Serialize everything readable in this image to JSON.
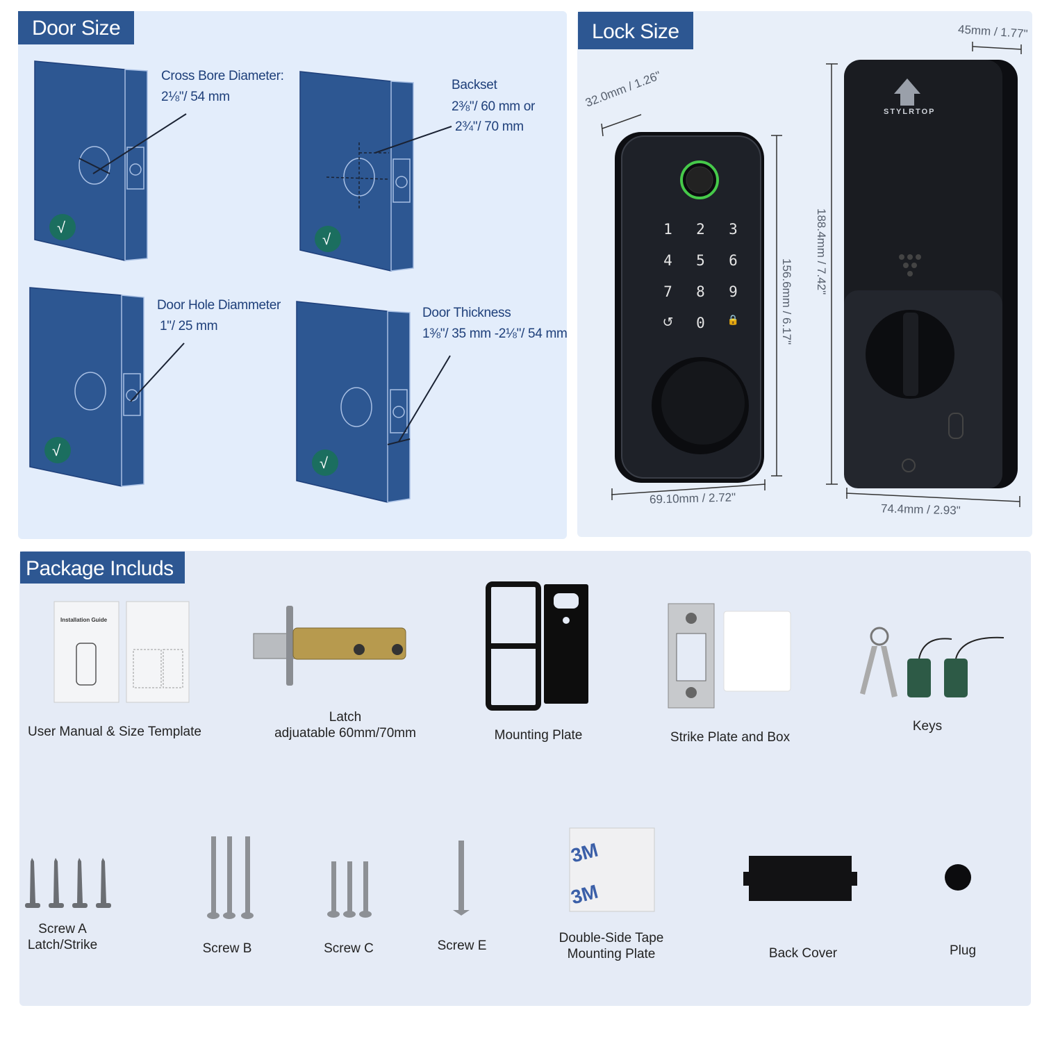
{
  "door_size": {
    "title": "Door Size",
    "cross_bore": {
      "label": "Cross Bore Diameter:",
      "value": "2⅛\"/ 54 mm"
    },
    "backset": {
      "label": "Backset",
      "value1": "2⅜\"/ 60 mm or",
      "value2": "2¾\"/ 70 mm"
    },
    "door_hole": {
      "label": "Door Hole Diammeter",
      "value": "1\"/ 25 mm"
    },
    "door_thickness": {
      "label": "Door Thickness",
      "value": "1⅜\"/ 35 mm -2⅛\"/ 54 mm"
    },
    "check_mark": "√"
  },
  "lock_size": {
    "title": "Lock Size",
    "brand": "STYLRTOP",
    "front_depth": "32.0mm / 1.26\"",
    "front_height": "156.6mm / 6.17\"",
    "front_width": "69.10mm / 2.72\"",
    "back_depth": "45mm / 1.77\"",
    "back_height": "188.4mm / 7.42\"",
    "back_width": "74.4mm / 2.93\"",
    "keypad": [
      "1",
      "2",
      "3",
      "4",
      "5",
      "6",
      "7",
      "8",
      "9",
      "↺",
      "0",
      "🔒"
    ]
  },
  "package": {
    "title": "Package Includs",
    "items_row1": [
      {
        "label": "User Manual & Size Template"
      },
      {
        "label": "Latch",
        "label2": "adjuatable 60mm/70mm"
      },
      {
        "label": "Mounting Plate"
      },
      {
        "label": "Strike  Plate and Box"
      },
      {
        "label": "Keys"
      }
    ],
    "items_row2": [
      {
        "label": "Screw A",
        "label2": "Latch/Strike"
      },
      {
        "label": "Screw B"
      },
      {
        "label": "Screw C"
      },
      {
        "label": "Screw E"
      },
      {
        "label": "Double-Side Tape",
        "label2": "Mounting Plate"
      },
      {
        "label": "Back Cover"
      },
      {
        "label": "Plug"
      }
    ],
    "manual_title": "Installation Guide",
    "tape_brand": "3M"
  }
}
